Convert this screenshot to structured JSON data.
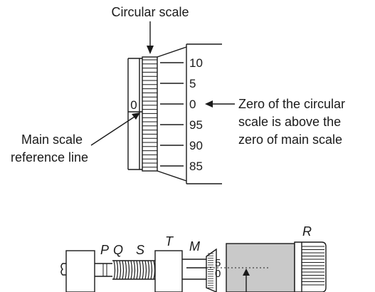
{
  "top_diagram": {
    "circular_scale_label": "Circular scale",
    "main_scale_zero": "0",
    "circular_numbers": [
      "10",
      "5",
      "0",
      "95",
      "90",
      "85"
    ],
    "zero_note_lines": [
      "Zero of the circular",
      "scale is above the",
      "zero of main scale"
    ],
    "reference_label_lines": [
      "Main scale",
      "reference line"
    ]
  },
  "bottom_diagram": {
    "letters": {
      "P": "P",
      "Q": "Q",
      "S": "S",
      "T": "T",
      "M": "M",
      "R": "R"
    },
    "thimble_numbers": [
      "5",
      "0"
    ]
  },
  "colors": {
    "ink": "#1a1a1a",
    "thimble_fill": "#c9c9c9"
  }
}
